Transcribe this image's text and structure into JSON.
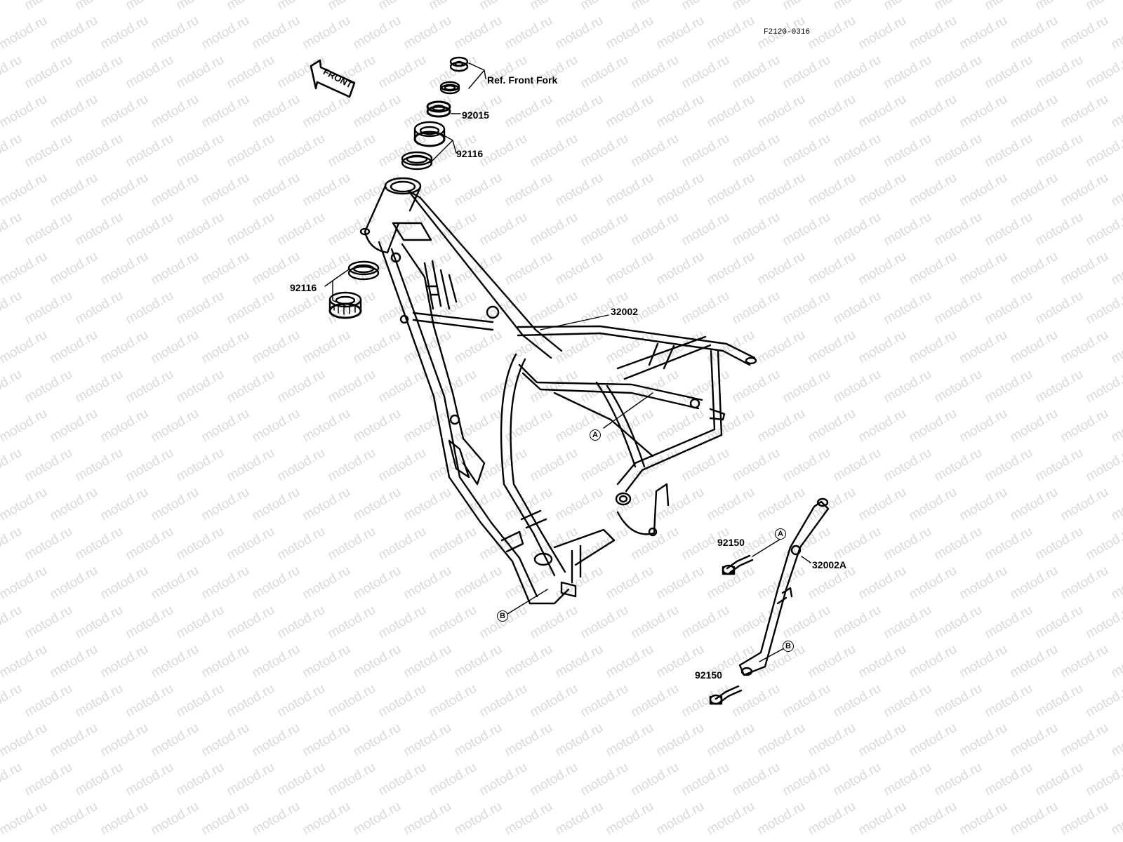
{
  "diagram_code": "F2120-0316",
  "front_label": "FRONT",
  "watermark_text": "motod.ru",
  "parts": {
    "ref_front_fork": "Ref. Front Fork",
    "p92015": "92015",
    "p92116_top": "92116",
    "p92116_left": "92116",
    "p32002": "32002",
    "p32002a": "32002A",
    "p92150_top": "92150",
    "p92150_bottom": "92150"
  },
  "markers": {
    "a_frame": "A",
    "b_frame": "B",
    "a_bar": "A",
    "b_bar": "B"
  },
  "colors": {
    "line": "#000000",
    "watermark": "#d9d9d9",
    "background": "#ffffff"
  }
}
